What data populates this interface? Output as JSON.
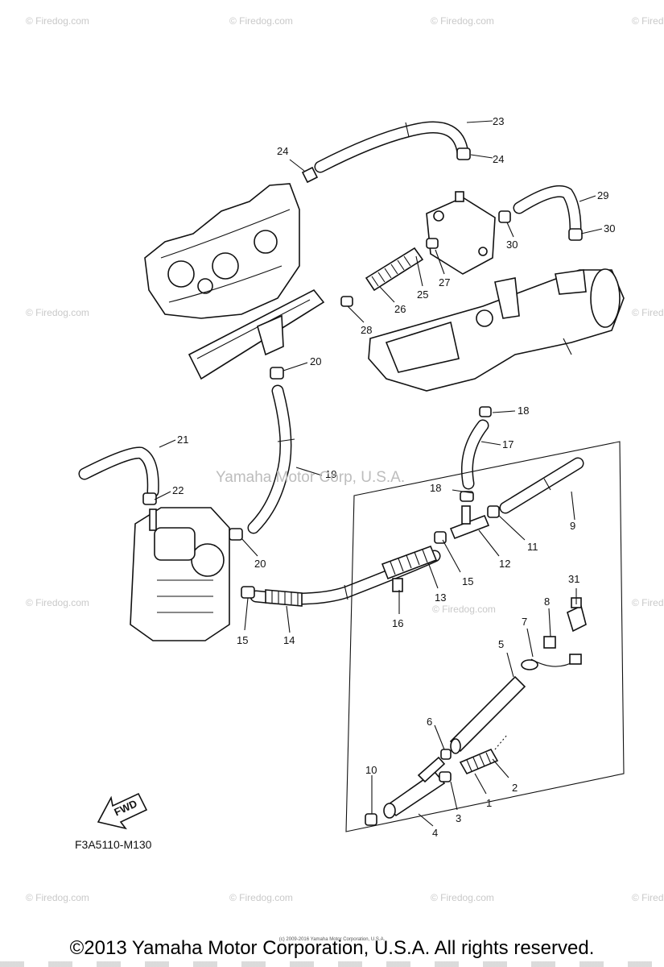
{
  "watermark_text": "© Firedog.com",
  "center_watermark": "Yamaha Motor Corp, U.S.A.",
  "diagram_code": "F3A5110-M130",
  "fwd_label": "FWD",
  "footer_copyright": "©2013 Yamaha Motor Corporation, U.S.A. All rights reserved.",
  "footer_credit": "(c) 2009-2016 Yamaha Motor Corporation, U.S.A.",
  "callouts": {
    "c1": "1",
    "c2": "2",
    "c3": "3",
    "c4": "4",
    "c5": "5",
    "c6": "6",
    "c7": "7",
    "c8": "8",
    "c9": "9",
    "c10": "10",
    "c11": "11",
    "c12": "12",
    "c13": "13",
    "c14": "14",
    "c15a": "15",
    "c15b": "15",
    "c16": "16",
    "c17": "17",
    "c18a": "18",
    "c18b": "18",
    "c19": "19",
    "c20a": "20",
    "c20b": "20",
    "c21": "21",
    "c22": "22",
    "c23": "23",
    "c24a": "24",
    "c24b": "24",
    "c25": "25",
    "c26": "26",
    "c27": "27",
    "c28": "28",
    "c29": "29",
    "c30a": "30",
    "c30b": "30",
    "c31": "31"
  },
  "icons": [
    "fwd-arrow-icon"
  ]
}
